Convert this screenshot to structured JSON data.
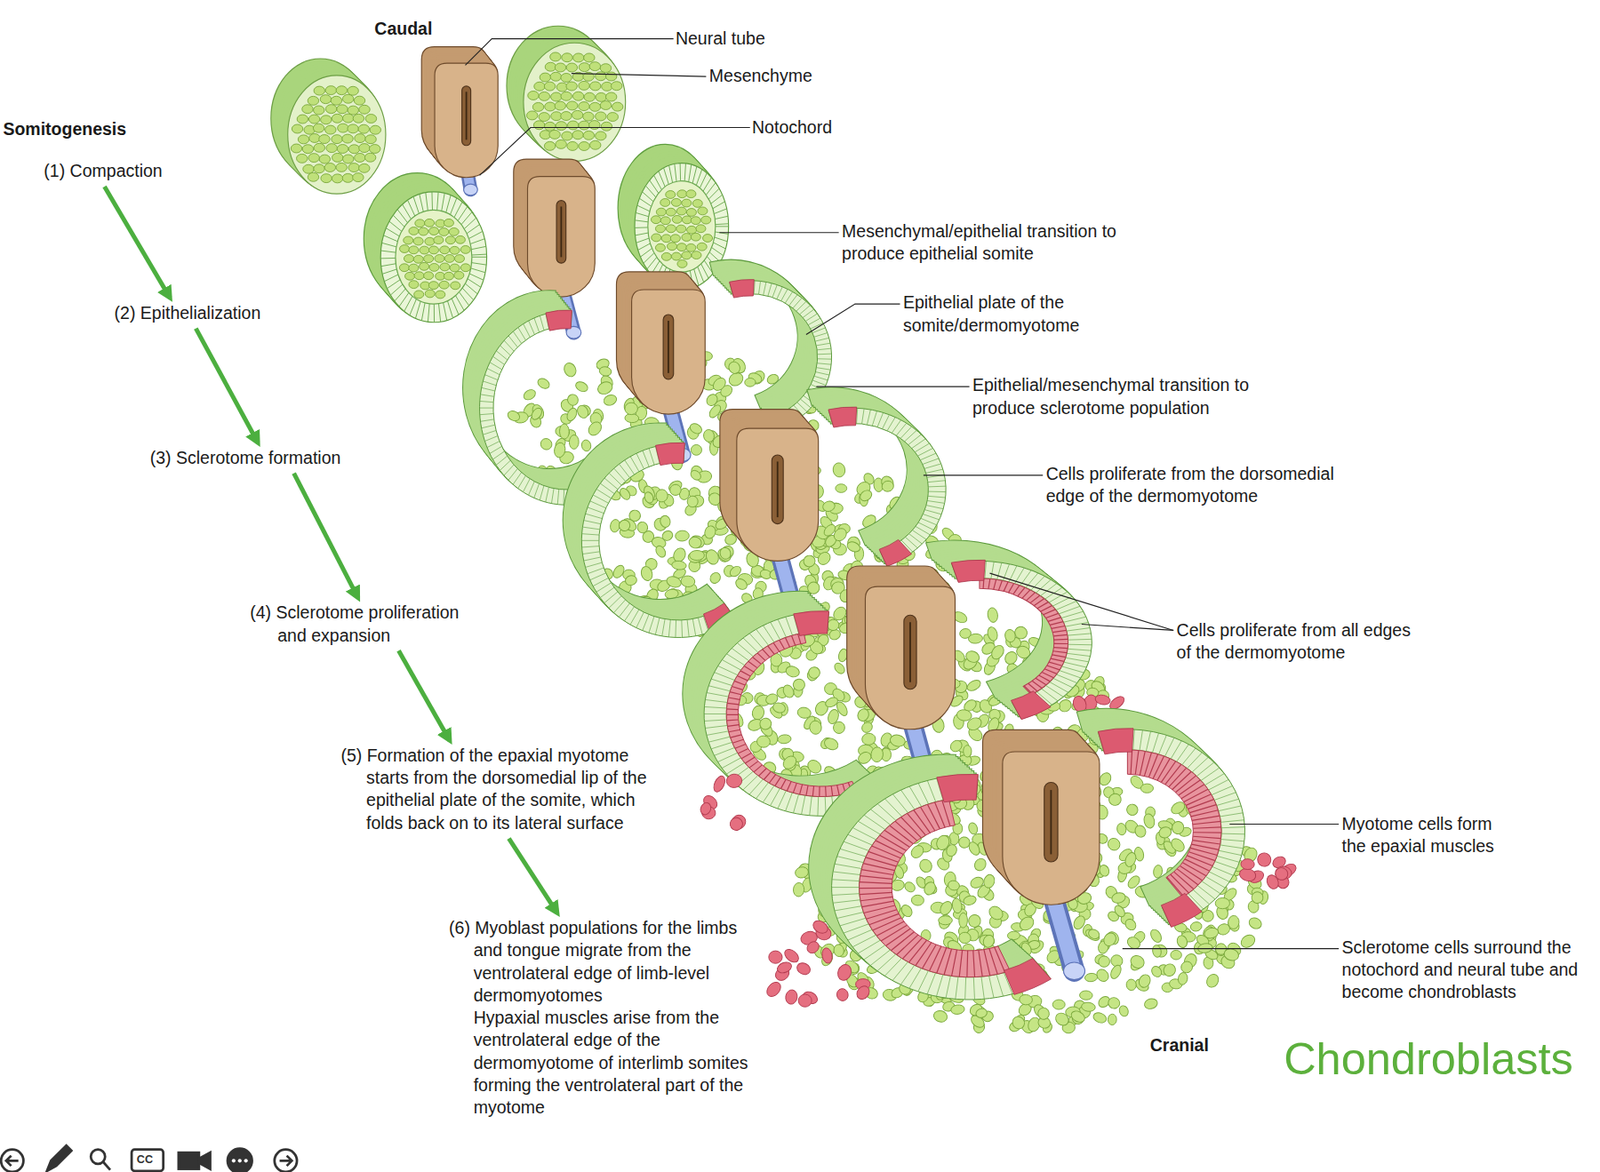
{
  "diagram": {
    "title": "Somitogenesis",
    "nodes": [
      {
        "text": [
          "(1) Compaction"
        ]
      },
      {
        "text": [
          "(2) Epithelialization"
        ]
      },
      {
        "text": [
          "(3) Sclerotome formation"
        ]
      },
      {
        "text": [
          "(4) Sclerotome proliferation and expansion"
        ]
      },
      {
        "text": [
          "(5) Formation of the epaxial myotome starts from the dorsomedial lip of the epithelial plate of the somite, which folds back on to its lateral surface"
        ]
      },
      {
        "text": [
          "(6) Myoblast populations for the limbs and tongue migrate from the ventrolateral edge of limb-level dermomyotomes",
          "Hypaxial muscles arise from the ventrolateral edge of the dermomyotome of interlimb somites forming the ventrolateral part of the myotome"
        ]
      }
    ],
    "edges": [
      {
        "from": 0,
        "to": 1,
        "arrow": "to"
      },
      {
        "from": 1,
        "to": 2,
        "arrow": "to"
      },
      {
        "from": 2,
        "to": 3,
        "arrow": "to"
      },
      {
        "from": 3,
        "to": 4,
        "arrow": "to"
      },
      {
        "from": 4,
        "to": 5,
        "arrow": "to"
      }
    ],
    "labels": [
      "Caudal",
      "Neural tube",
      "Mesenchyme",
      "Notochord",
      "Mesenchymal/epithelial transition to produce epithelial somite",
      "Epithelial plate of the somite/dermomyotome",
      "Epithelial/mesenchymal transition to produce sclerotome population",
      "Cells proliferate from the dorsomedial edge of the dermomyotome",
      "Cells proliferate from all edges of the dermomyotome",
      "Myotome cells form the epaxial muscles",
      "Sclerotome cells surround the notochord and neural tube and become chondroblasts",
      "Cranial",
      "Chondroblasts",
      "CC"
    ]
  }
}
